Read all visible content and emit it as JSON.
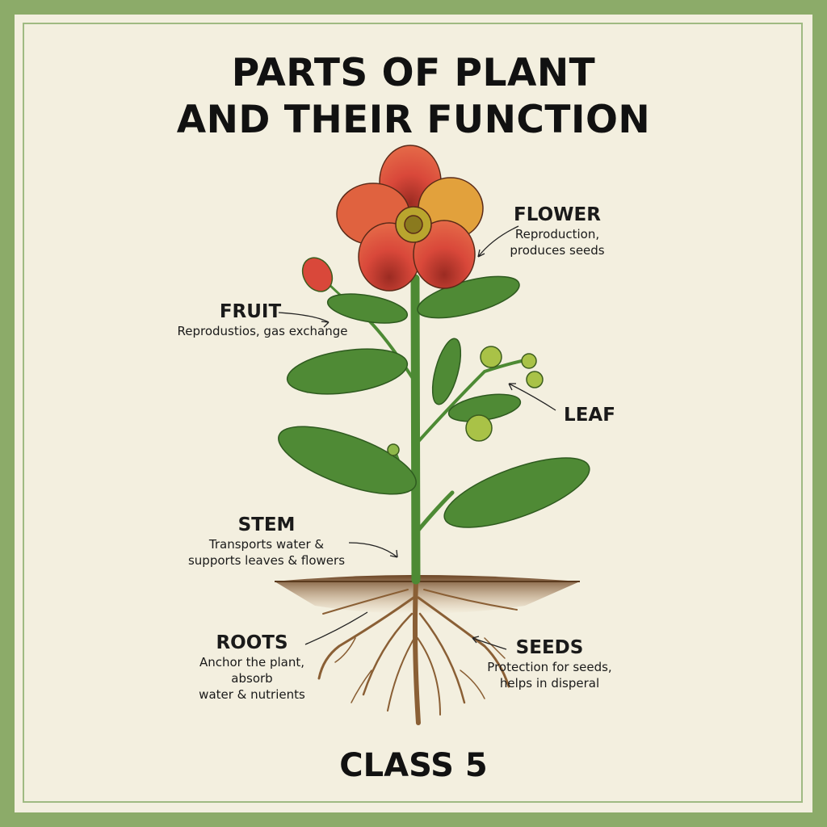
{
  "title": {
    "line1": "PARTS OF PLANT",
    "line2": "AND THEIR FUNCTION"
  },
  "labels": {
    "flower": {
      "name": "FLOWER",
      "line1": "Reproduction,",
      "line2": "produces seeds"
    },
    "fruit": {
      "name": "FRUIT",
      "line1": "Reprodustios, gas exchange"
    },
    "leaf": {
      "name": "LEAF"
    },
    "stem": {
      "name": "STEM",
      "line1": "Transports water &",
      "line2": "supports leaves & flowers"
    },
    "roots": {
      "name": "ROOTS",
      "line1": "Anchor the plant, absorb",
      "line2": "water & nutrients"
    },
    "seeds": {
      "name": "SEEDS",
      "line1": "Protection for seeds,",
      "line2": "helps in disperal"
    }
  },
  "footer": "CLASS 5",
  "colors": {
    "border": "#8cab69",
    "paper": "#f3efdf",
    "leaf": "#4f8a35",
    "petal": "#d9483a",
    "soil": "#7a4f2a"
  }
}
